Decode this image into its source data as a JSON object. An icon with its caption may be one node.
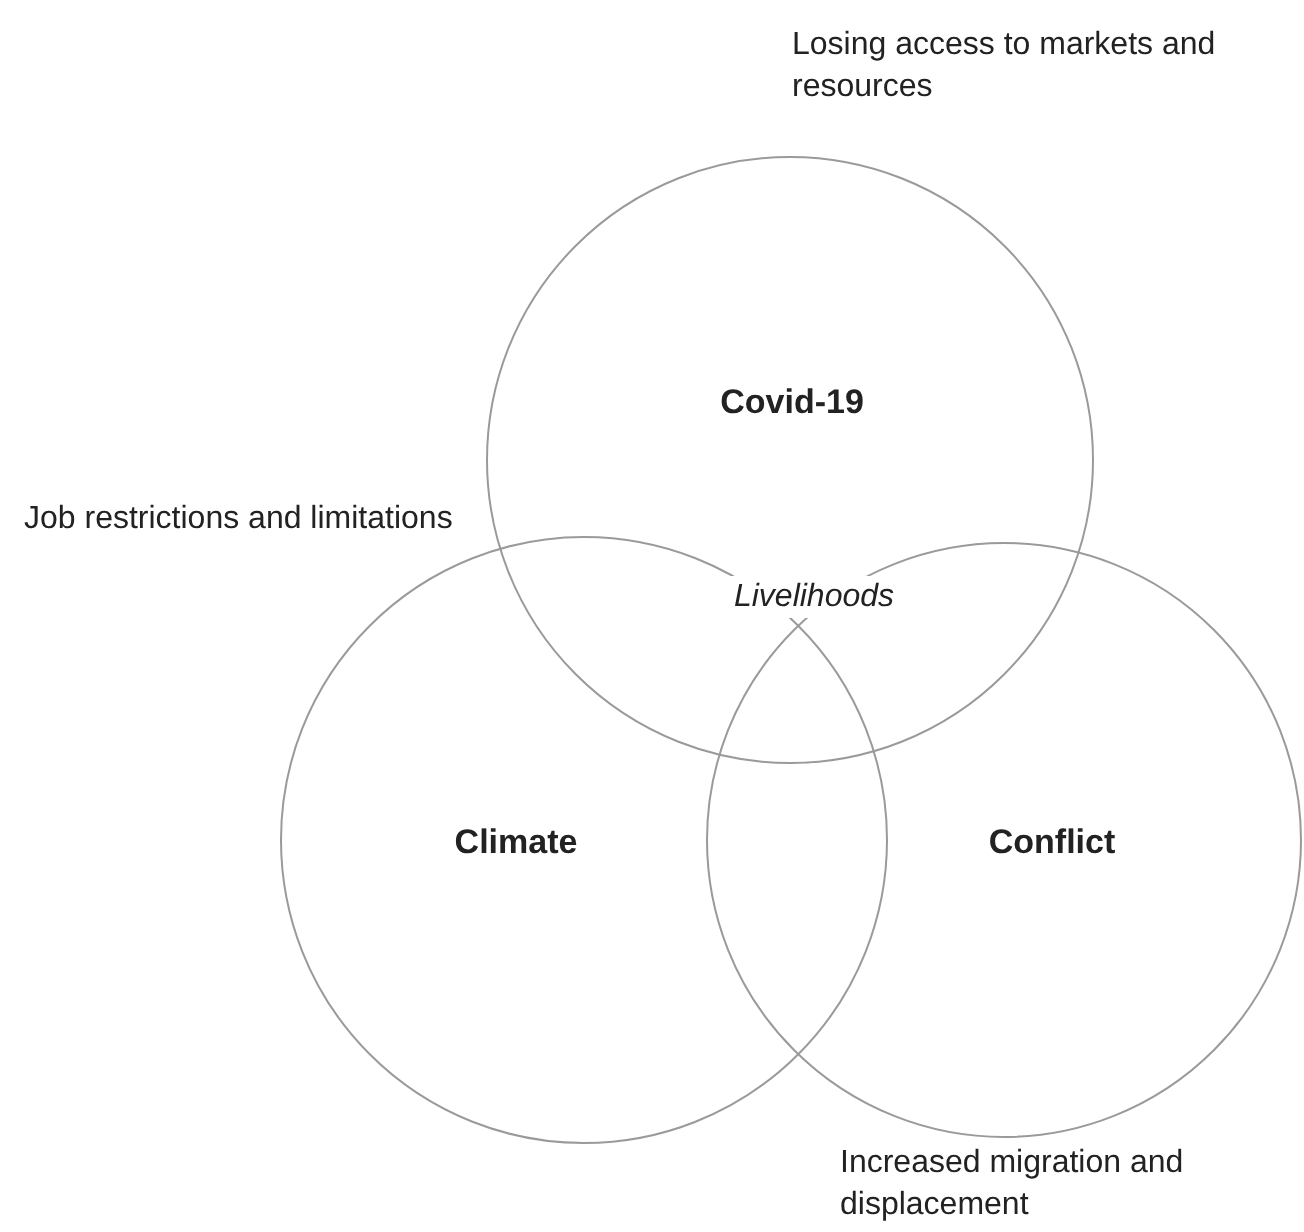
{
  "diagram": {
    "nodes": [
      {
        "text": [
          "Covid-19"
        ]
      },
      {
        "text": [
          "Climate"
        ]
      },
      {
        "text": [
          "Conflict"
        ]
      }
    ],
    "labels": [
      "Losing access to markets and resources",
      "Job restrictions and limitations",
      "Livelihoods",
      "Increased migration and displacement"
    ]
  }
}
